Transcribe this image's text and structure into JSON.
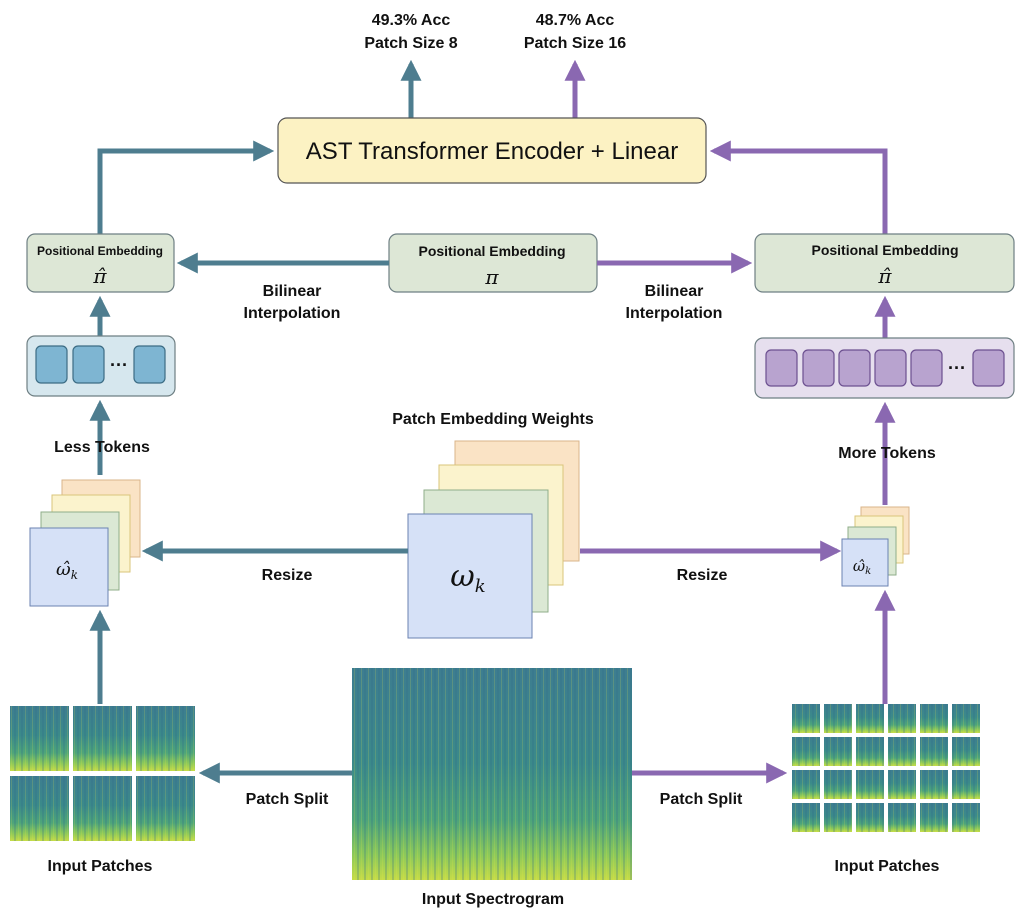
{
  "colors": {
    "teal": "#4e7d8f",
    "purple": "#8a68b1",
    "encoder_fill": "#fcf2c3",
    "pos_fill": "#dde7d6",
    "token_teal_fill": "#7eb5d2",
    "token_purple_fill": "#b8a3cf",
    "weight_blue": "#d6e1f7",
    "weight_green": "#dbe8d4",
    "weight_yellow": "#fbf3cd",
    "weight_orange": "#fae3c5"
  },
  "results": {
    "left": {
      "acc": "49.3%  Acc",
      "patch": "Patch Size 8"
    },
    "right": {
      "acc": "48.7% Acc",
      "patch": "Patch Size 16"
    }
  },
  "encoder": {
    "label": "AST Transformer Encoder + Linear"
  },
  "positional": {
    "title": "Positional Embedding",
    "hat_symbol": "π̂",
    "symbol": "π"
  },
  "interpolation_label": [
    "Bilinear",
    "Interpolation"
  ],
  "tokens": {
    "less": "Less Tokens",
    "more": "More Tokens",
    "ellipsis": "···"
  },
  "weights": {
    "title": "Patch Embedding Weights",
    "symbol": "ω",
    "subscript": "k",
    "hat_symbol": "ω̂"
  },
  "resize_label": "Resize",
  "patch_split_label": "Patch Split",
  "input_patches_label": "Input Patches",
  "input_spectrogram_label": "Input Spectrogram"
}
